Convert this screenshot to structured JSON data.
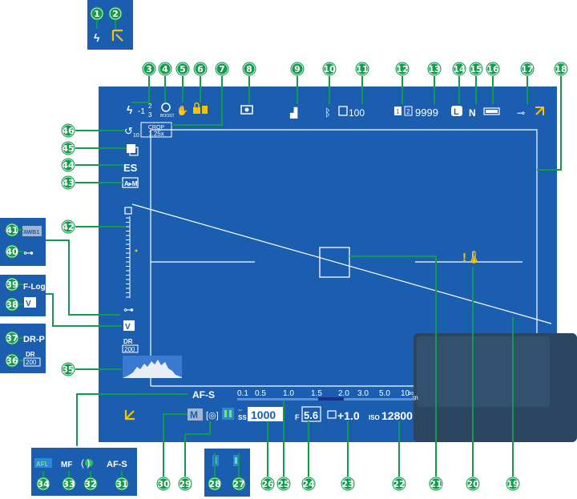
{
  "callouts": [
    "1",
    "2",
    "3",
    "4",
    "5",
    "6",
    "7",
    "8",
    "9",
    "10",
    "11",
    "12",
    "13",
    "14",
    "15",
    "16",
    "17",
    "18",
    "19",
    "20",
    "21",
    "22",
    "23",
    "24",
    "25",
    "26",
    "27",
    "28",
    "29",
    "30",
    "31",
    "32",
    "33",
    "34",
    "35",
    "36",
    "37",
    "38",
    "39",
    "40",
    "41",
    "42",
    "43",
    "44",
    "45",
    "46"
  ],
  "top_bar": {
    "exposure_comp_a": "-1",
    "exposure_comp_b": "2",
    "exposure_comp_c": "3",
    "boost_label": "BOOST",
    "frames_small": "100",
    "frames_count": "9999",
    "image_size": "L",
    "quality": "N",
    "card1": "1",
    "card2": "2"
  },
  "crop": {
    "line1": "CROP",
    "line2": "1.25x"
  },
  "left_column": {
    "self_timer_sub": "10",
    "es_label": "ES",
    "am_label": "A▸M",
    "dr_top": "DR",
    "dr_value": "200"
  },
  "distance_scale": {
    "labels": [
      "0.1",
      "0.5",
      "1.0",
      "1.5",
      "2.0",
      "3.0",
      "5.0",
      "10",
      "∞"
    ],
    "unit": "m"
  },
  "bottom_bar": {
    "focus_mode": "AF-S",
    "exposure_mode": "M",
    "shutter_prefix": "SS",
    "shutter": "1000",
    "aperture_prefix": "F",
    "aperture": "5.6",
    "exp_comp": "+1.0",
    "iso_prefix": "ISO",
    "iso": "12800"
  },
  "inset_bottom": {
    "afl": "AFL",
    "mf": "MF",
    "afs": "AF-S"
  },
  "inset_left": {
    "awb": "AWB1",
    "flog": "F-Log",
    "drp": "DR-P",
    "dr_top": "DR",
    "dr_value": "200"
  },
  "colors": {
    "screen": "#1b5eb0",
    "callout": "#129b4a",
    "accent": "#f5c500"
  }
}
